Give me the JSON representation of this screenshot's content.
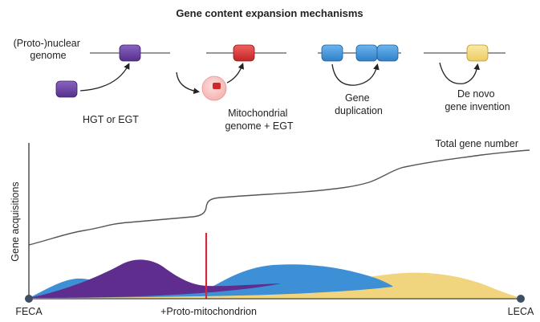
{
  "title": "Gene content expansion mechanisms",
  "genome_label": [
    "(Proto-)nuclear",
    "genome"
  ],
  "mechanisms": [
    {
      "label": [
        "HGT or EGT"
      ],
      "color": "#6b3fa0"
    },
    {
      "label": [
        "Mitochondrial",
        "genome + EGT"
      ],
      "color": "#d62f2f"
    },
    {
      "label": [
        "Gene",
        "duplication"
      ],
      "color": "#3d8fd6"
    },
    {
      "label": [
        "De novo",
        "gene invention"
      ],
      "color": "#f5d777"
    }
  ],
  "plot": {
    "y_axis_label": "Gene acquisitions",
    "curve_label": "Total gene number",
    "x_start_label": "FECA",
    "x_end_label": "LECA",
    "event_label": "+Proto-mitochondrion",
    "colors": {
      "duplication": "#3d8fd6",
      "hgt": "#5e2d8e",
      "de_novo": "#f1d57e",
      "event_line": "#d1293a",
      "curve": "#555555",
      "axis": "#333333",
      "endpoint": "#3f4e63"
    }
  }
}
